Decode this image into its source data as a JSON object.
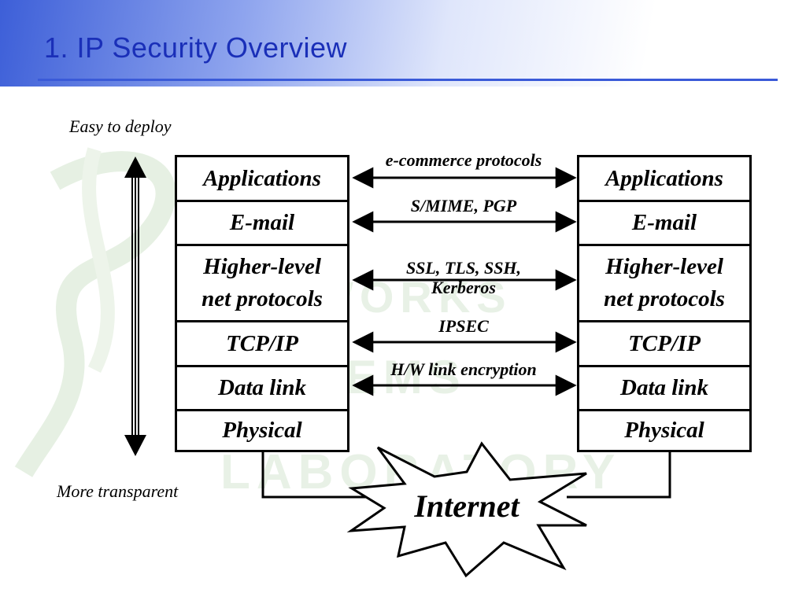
{
  "slide": {
    "title": "1. IP Security Overview"
  },
  "axis": {
    "top_label": "Easy to deploy",
    "bottom_label": "More transparent"
  },
  "stack_layers": [
    "Applications",
    "E-mail",
    "Higher-level\nnet protocols",
    "TCP/IP",
    "Data link",
    "Physical"
  ],
  "protocols": [
    {
      "label": "e-commerce protocols",
      "between_layer": "Applications"
    },
    {
      "label": "S/MIME, PGP",
      "between_layer": "E-mail"
    },
    {
      "label": "SSL, TLS, SSH,\nKerberos",
      "between_layer": "Higher-level net protocols"
    },
    {
      "label": "IPSEC",
      "between_layer": "TCP/IP"
    },
    {
      "label": "H/W link encryption",
      "between_layer": "Data link"
    }
  ],
  "network": {
    "label": "Internet"
  },
  "watermark": {
    "lines": [
      "NETWORKS",
      "SYSTEMS",
      "LABORATORY"
    ]
  },
  "colors": {
    "title": "#1a2fb8",
    "rule": "#3a5ad8",
    "header_gradient_start": "#3d5fd8",
    "watermark": "#e8f1e6"
  }
}
